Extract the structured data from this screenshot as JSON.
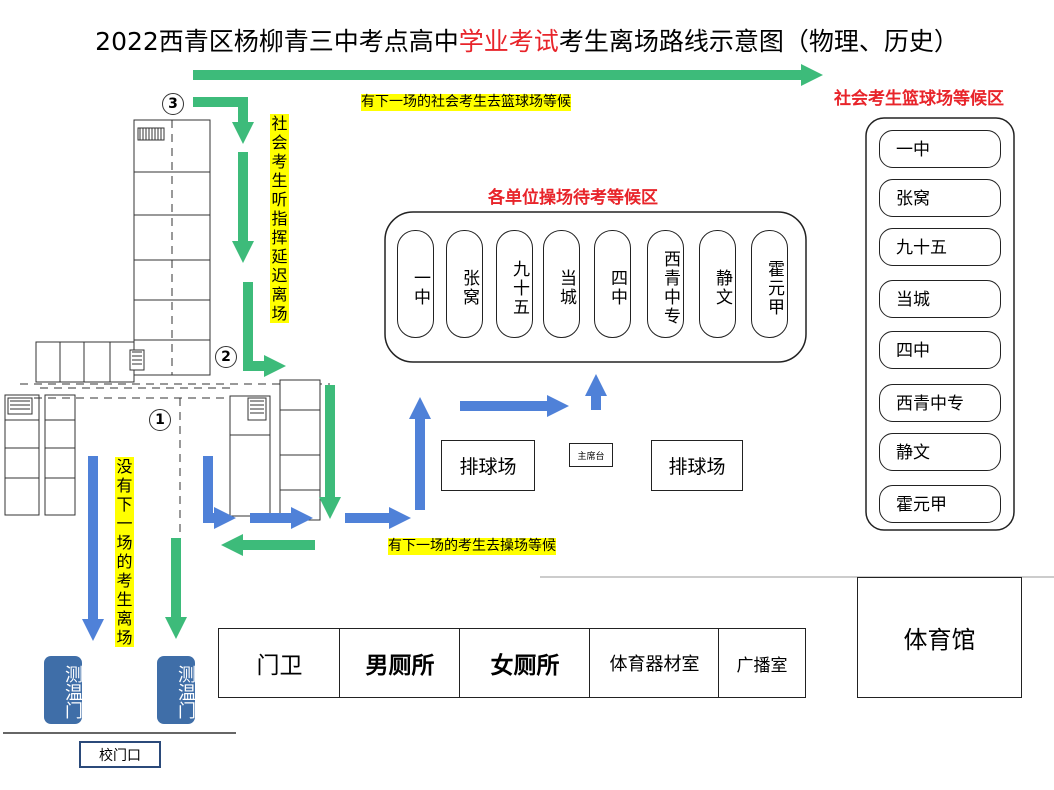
{
  "title": {
    "prefix": "2022西青区杨柳青三中考点高中",
    "highlight": "学业考试",
    "suffix": "考生离场路线示意图（物理、历史）"
  },
  "annotations": {
    "social_to_basketball": "有下一场的社会考生去篮球场等候",
    "social_follow_direction": "社会考生听指挥延迟离场",
    "next_session_to_playground": "有下一场的考生去操场等候",
    "no_next_session_leave": "没有下一场的考生离场"
  },
  "markers": {
    "m1": "1",
    "m2": "2",
    "m3": "3"
  },
  "basketball": {
    "heading": "社会考生篮球场等候区",
    "units": [
      "一中",
      "张窝",
      "九十五",
      "当城",
      "四中",
      "西青中专",
      "静文",
      "霍元甲"
    ]
  },
  "playground": {
    "heading": "各单位操场待考等候区",
    "units": [
      "一中",
      "张窝",
      "九十五",
      "当城",
      "四中",
      "西青中专",
      "静文",
      "霍元甲"
    ]
  },
  "venues": {
    "volleyball_left": "排球场",
    "rostrum": "主席台",
    "volleyball_right": "排球场",
    "gym": "体育馆"
  },
  "buildings": [
    "门卫",
    "男厕所",
    "女厕所",
    "体育器材室",
    "广播室"
  ],
  "gates": {
    "left": "测温门",
    "right": "测温门"
  },
  "school_gate": "校门口",
  "colors": {
    "green_arrow": "#3dbb7a",
    "blue_arrow": "#4f81d8",
    "highlight_red": "#e8242a",
    "gate_blue": "#3f6ea8",
    "label_yellow": "#ffff00"
  }
}
